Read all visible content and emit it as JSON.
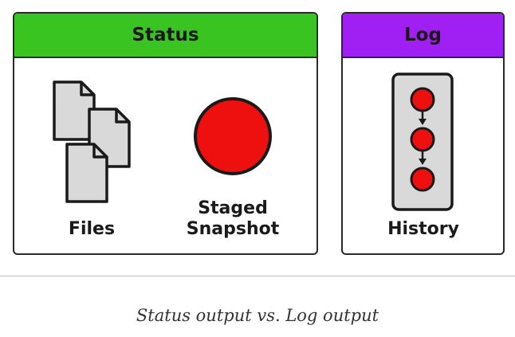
{
  "colors": {
    "status_header": "#3ac421",
    "log_header": "#a01ff2",
    "snapshot_red": "#ee0f0f",
    "file_gray": "#d9d9d9"
  },
  "status_panel": {
    "title": "Status",
    "files_label": "Files",
    "staged_label_line1": "Staged",
    "staged_label_line2": "Snapshot"
  },
  "log_panel": {
    "title": "Log",
    "history_label": "History"
  },
  "caption": "Status output vs. Log output"
}
